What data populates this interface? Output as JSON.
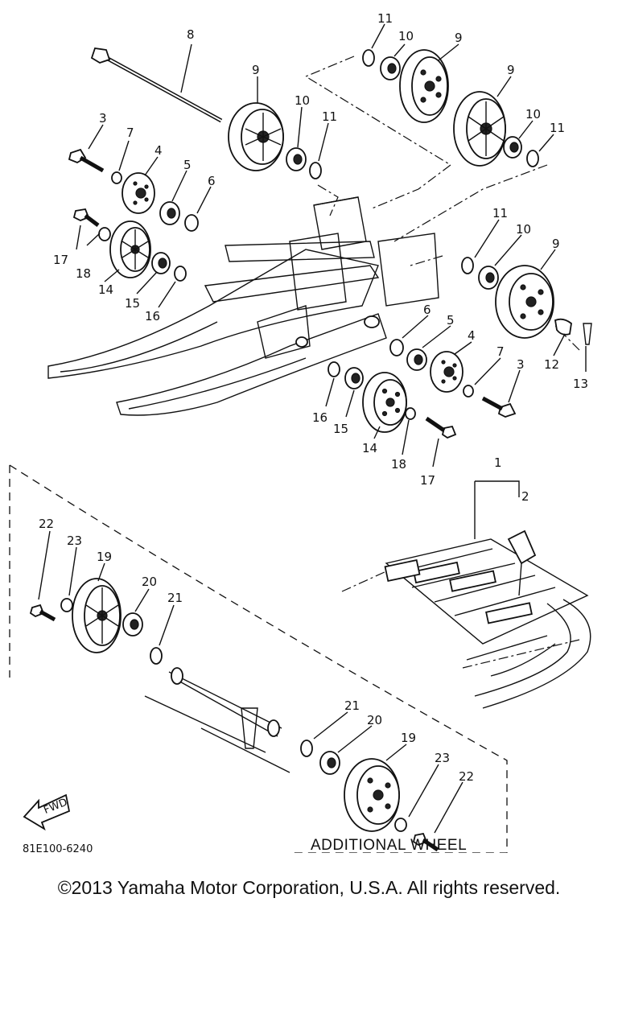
{
  "diagram": {
    "callouts": {
      "c1": "1",
      "c2": "2",
      "c3a": "3",
      "c3b": "3",
      "c4a": "4",
      "c4b": "4",
      "c5a": "5",
      "c5b": "5",
      "c6a": "6",
      "c6b": "6",
      "c7a": "7",
      "c7b": "7",
      "c8": "8",
      "c9a": "9",
      "c9b": "9",
      "c9c": "9",
      "c9d": "9",
      "c10a": "10",
      "c10b": "10",
      "c10c": "10",
      "c10d": "10",
      "c11a": "11",
      "c11b": "11",
      "c11c": "11",
      "c11d": "11",
      "c12": "12",
      "c13": "13",
      "c14a": "14",
      "c14b": "14",
      "c15a": "15",
      "c15b": "15",
      "c16a": "16",
      "c16b": "16",
      "c17a": "17",
      "c17b": "17",
      "c18a": "18",
      "c18b": "18",
      "c19a": "19",
      "c19b": "19",
      "c20a": "20",
      "c20b": "20",
      "c21a": "21",
      "c21b": "21",
      "c22a": "22",
      "c22b": "22",
      "c23a": "23",
      "c23b": "23"
    },
    "fwd_label": "FWD",
    "drawing_code": "81E100-6240",
    "additional_wheel_label": "ADDITIONAL WHEEL"
  },
  "footer": {
    "copyright": "©2013 Yamaha Motor Corporation, U.S.A. All rights reserved."
  }
}
